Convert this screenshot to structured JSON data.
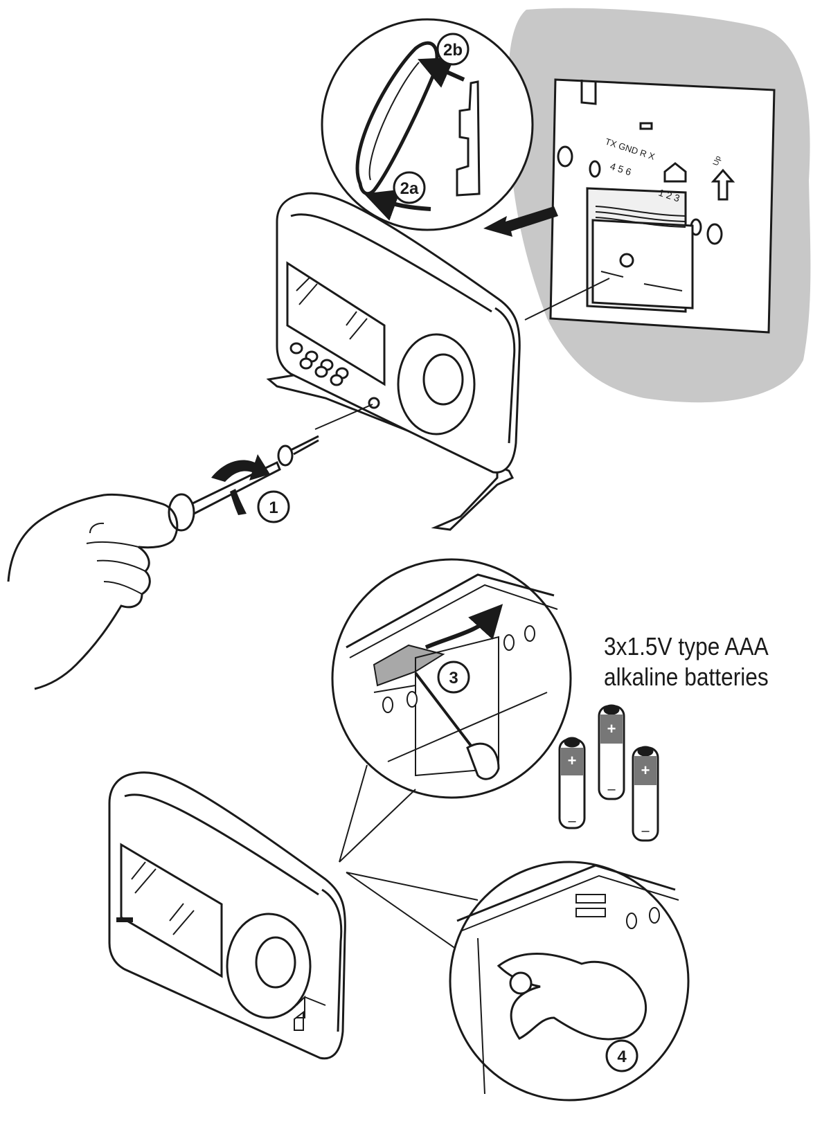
{
  "steps": {
    "step1": "1",
    "step2a": "2a",
    "step2b": "2b",
    "step3": "3",
    "step4": "4"
  },
  "wall_plate": {
    "terminal_labels_top": "TX GND R X",
    "terminal_labels_numbers_left": "4 5 6",
    "terminal_labels_numbers_right": "1 2 3",
    "up_label": "Up"
  },
  "battery_note": {
    "line1": "3x1.5V type AAA",
    "line2": "alkaline batteries"
  },
  "battery_symbols": {
    "plus": "+",
    "minus": "–"
  },
  "colors": {
    "line": "#1a1a1a",
    "wall": "#c8c8c8",
    "compartment": "#a8a8a8",
    "background": "#ffffff"
  },
  "icons": [
    "screwdriver-icon",
    "rotate-arrow-icon",
    "hand-icon",
    "battery-icon",
    "up-arrow-icon",
    "house-icon"
  ]
}
